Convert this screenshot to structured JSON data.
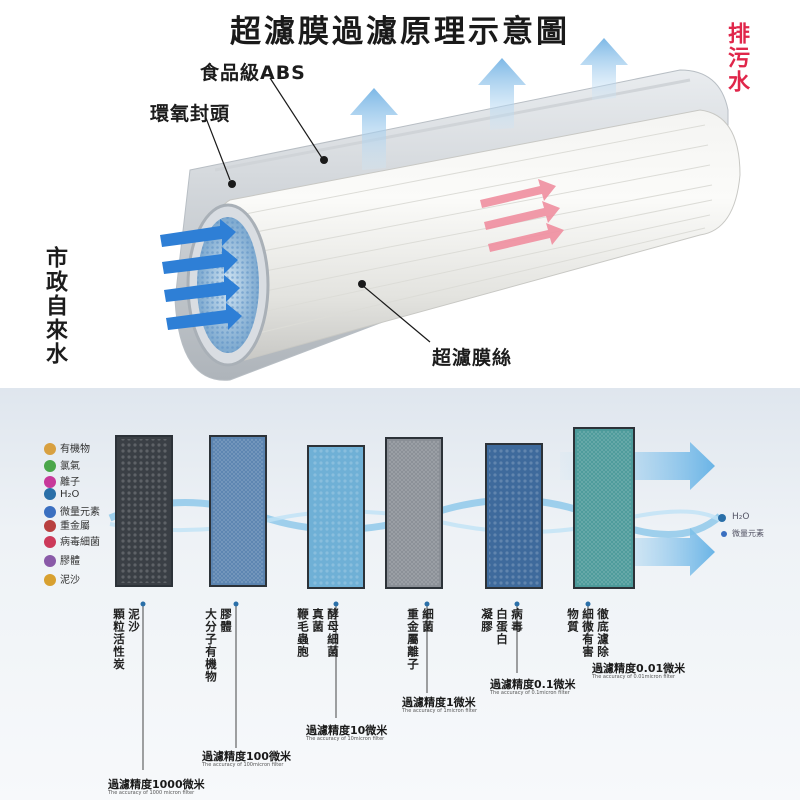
{
  "top": {
    "title": "超濾膜過濾原理示意圖",
    "labels": {
      "abs": "食品級ABS",
      "epoxy": "環氧封頭",
      "membrane": "超濾膜絲",
      "drain": "排污水",
      "inlet": "市政自來水"
    }
  },
  "legend": [
    {
      "label": "有機物",
      "color": "#d8a040"
    },
    {
      "label": "氯氣",
      "color": "#4aa64a"
    },
    {
      "label": "離子",
      "color": "#c7389a"
    },
    {
      "label": "H₂O",
      "color": "#2a6fa8"
    },
    {
      "label": "微量元素",
      "color": "#3a6fc0"
    },
    {
      "label": "重金屬",
      "color": "#b84040"
    },
    {
      "label": "病毒細菌",
      "color": "#cc3a5a"
    },
    {
      "label": "膠體",
      "color": "#8a5aa8"
    },
    {
      "label": "泥沙",
      "color": "#d8a030"
    }
  ],
  "filters": [
    {
      "columns": [
        "泥沙",
        "顆粒活性炭"
      ],
      "accuracy": "過濾精度1000微米",
      "accuracy_en": "The accuracy of 1000 micron filter",
      "color": "#3a3f45"
    },
    {
      "columns": [
        "膠體",
        "大分子有機物"
      ],
      "accuracy": "過濾精度100微米",
      "accuracy_en": "The accuracy of 100micron filter",
      "color": "#5b84b0"
    },
    {
      "columns": [
        "酵母細菌",
        "真菌",
        "鞭毛蟲胞"
      ],
      "accuracy": "過濾精度10微米",
      "accuracy_en": "The accuracy of 10micron filter",
      "color": "#6fb0d6"
    },
    {
      "columns": [
        "細菌",
        "重金屬離子"
      ],
      "accuracy": "過濾精度1微米",
      "accuracy_en": "The accuracy of 1micron filter",
      "color": "#8a8f96"
    },
    {
      "columns": [
        "病毒",
        "白蛋白",
        "凝膠"
      ],
      "accuracy": "過濾精度0.1微米",
      "accuracy_en": "The accuracy of 0.1micron filter",
      "color": "#3e6a9c"
    },
    {
      "columns": [
        "徹底濾除",
        "細微有害",
        "物質"
      ],
      "accuracy": "過濾精度0.01微米",
      "accuracy_en": "The accuracy of 0.01micron filter",
      "color": "#4c9a9a"
    }
  ],
  "output": {
    "h2o": "H₂O",
    "trace": "微量元素"
  }
}
